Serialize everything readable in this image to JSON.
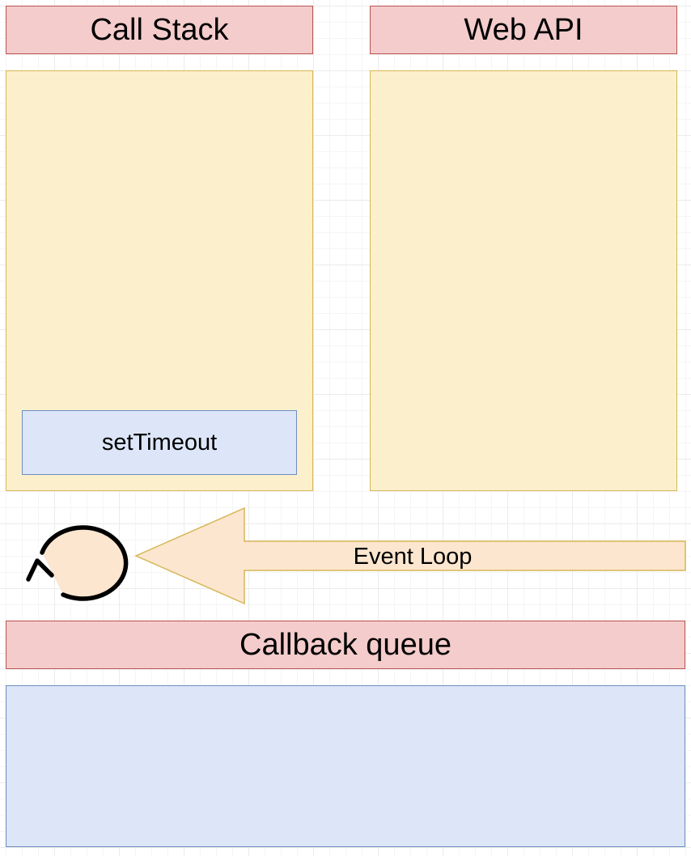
{
  "diagram": {
    "call_stack": {
      "title": "Call Stack",
      "frames": [
        {
          "label": "setTimeout"
        }
      ]
    },
    "web_api": {
      "title": "Web API"
    },
    "event_loop": {
      "label": "Event Loop",
      "icon": "loop-icon"
    },
    "callback_queue": {
      "title": "Callback queue"
    }
  },
  "colors": {
    "header_fill": "#f4cccc",
    "header_stroke": "#b85450",
    "area_fill": "#fcf0cc",
    "area_stroke": "#d6b656",
    "frame_fill": "#dce6f8",
    "frame_stroke": "#6c8ebf",
    "arrow_fill": "#fce6cf",
    "arrow_stroke": "#d6b656"
  }
}
